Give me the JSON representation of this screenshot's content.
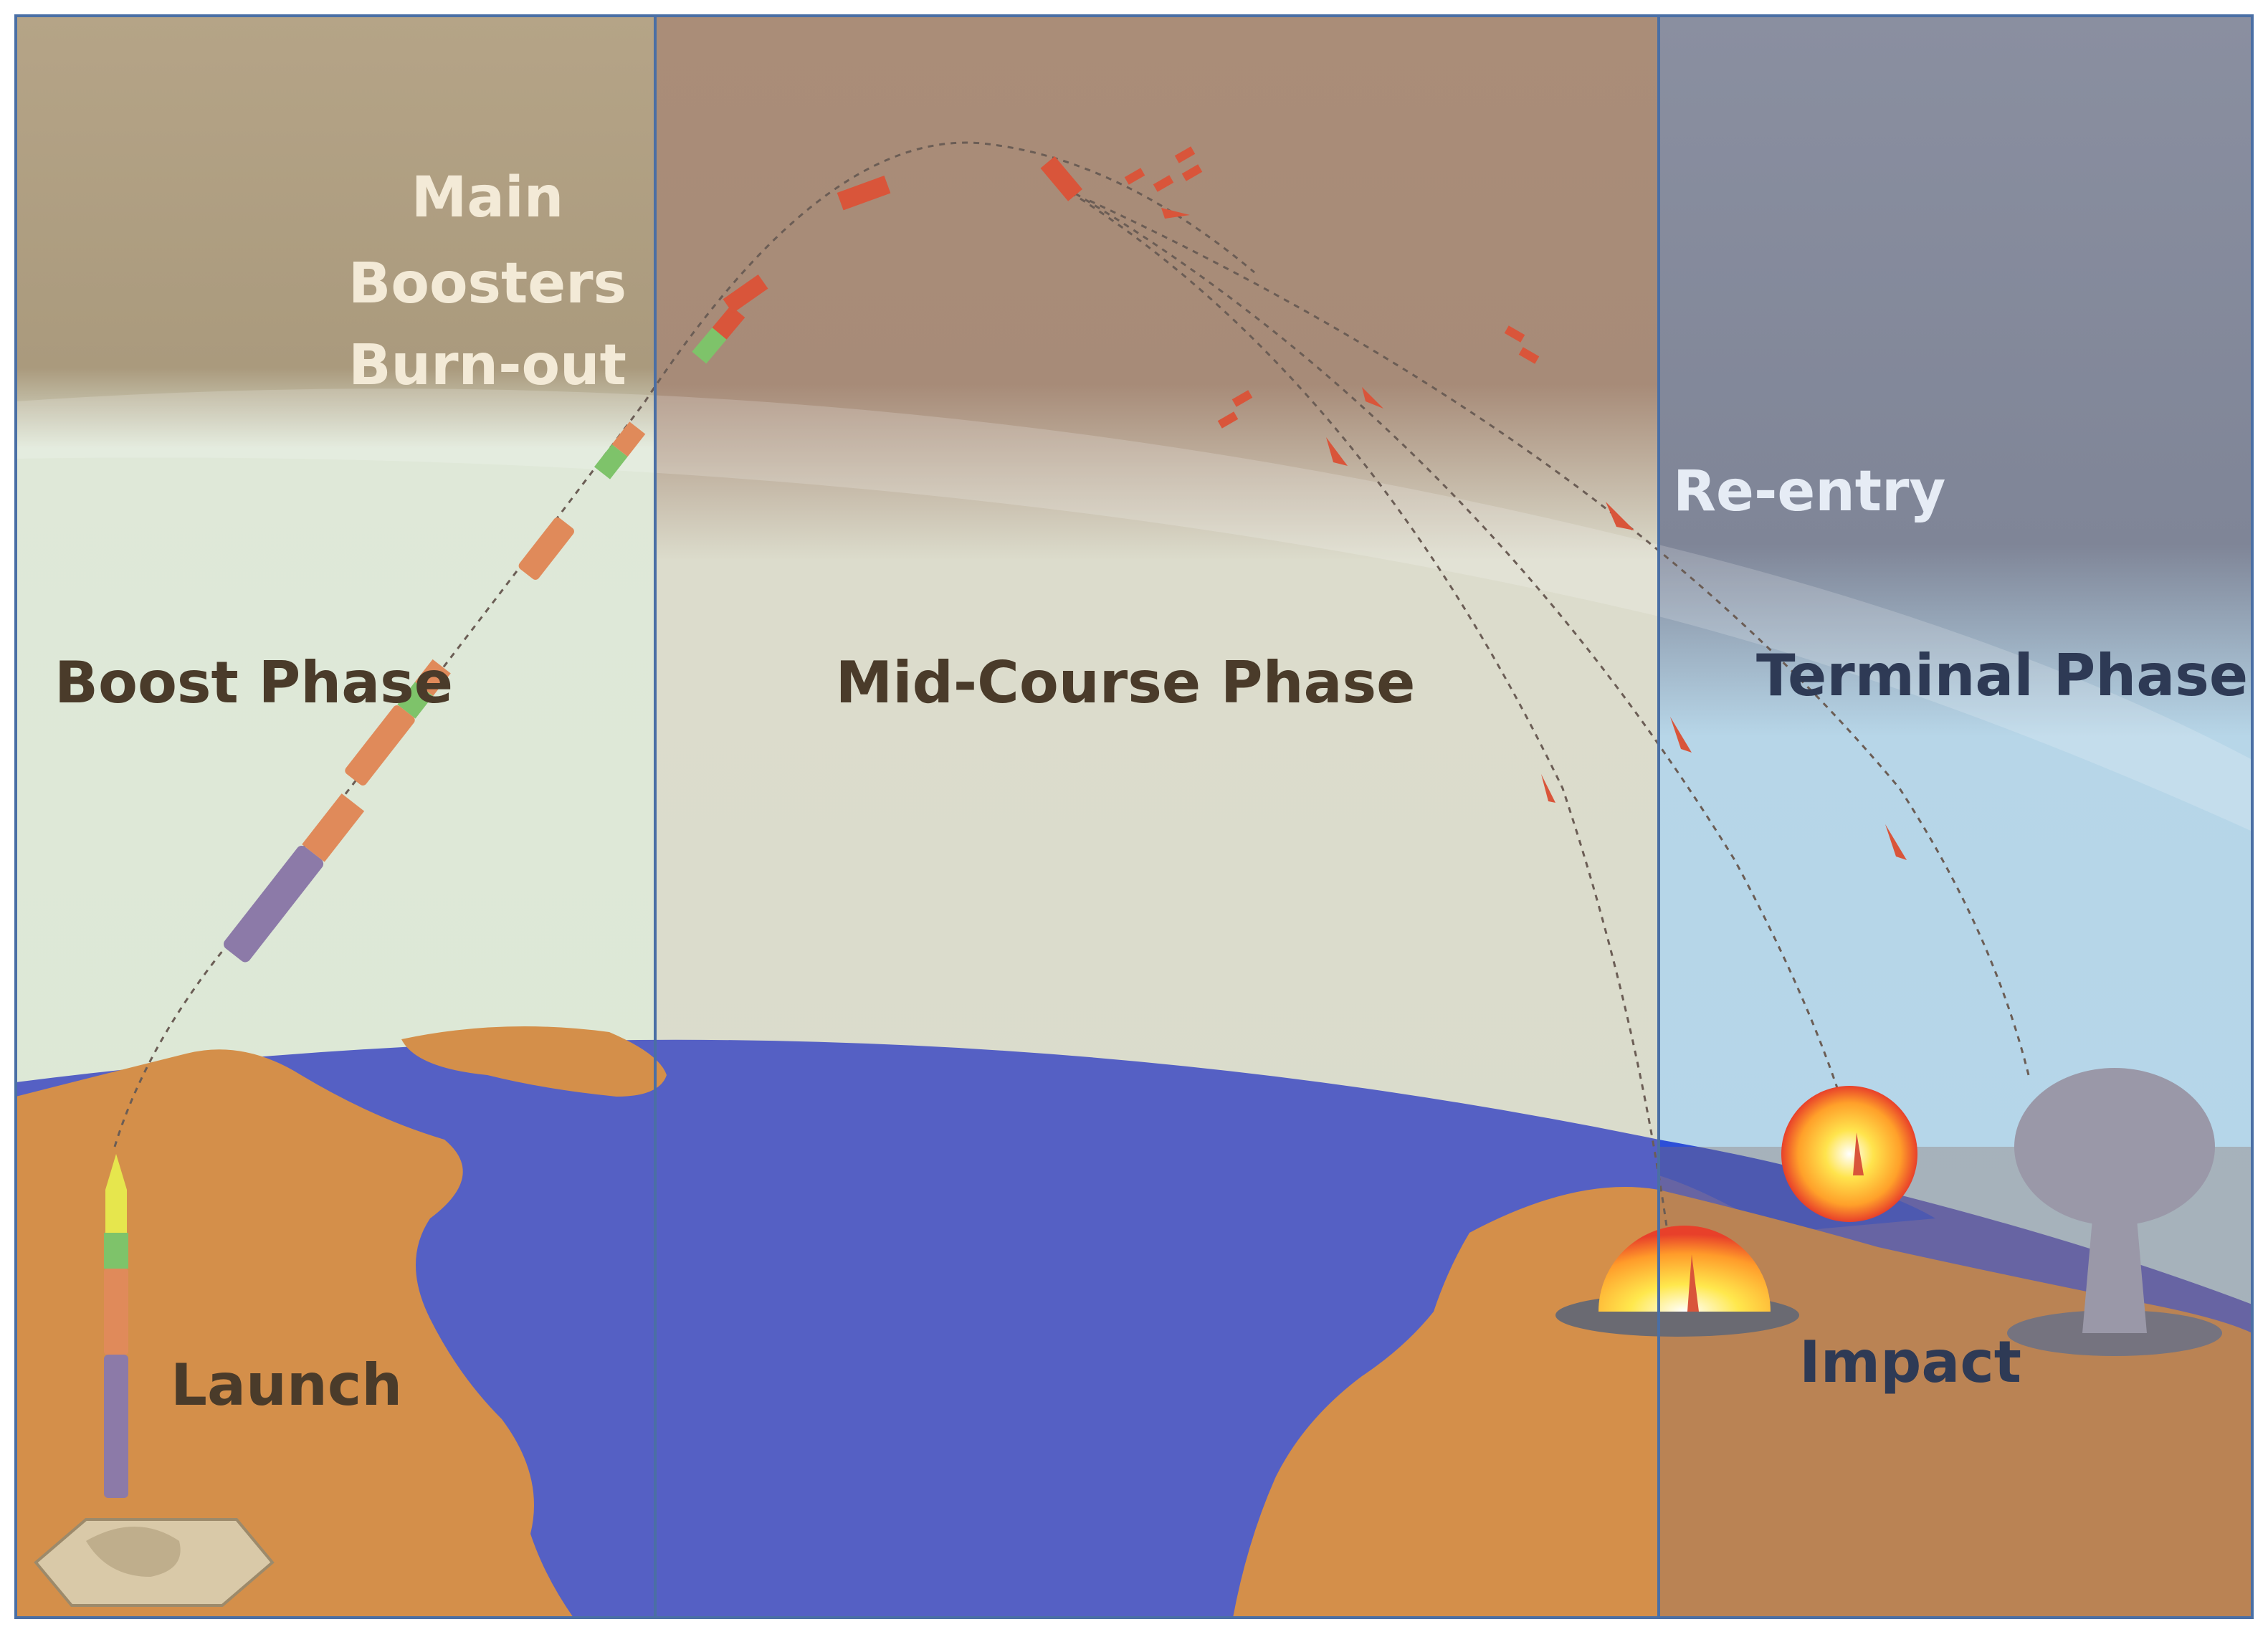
{
  "labels": {
    "main_boosters_1": "Main",
    "main_boosters_2": "Boosters",
    "main_boosters_3": "Burn-out",
    "boost_phase": "Boost Phase",
    "mid_course_phase": "Mid-Course Phase",
    "terminal_phase": "Terminal Phase",
    "re_entry": "Re-entry",
    "launch": "Launch",
    "impact": "Impact"
  },
  "colors": {
    "boost_text": "#4a3b2a",
    "burnout_text": "#f3ead7",
    "terminal_text": "#2e3a55",
    "reentry_text": "#e6ecf5",
    "panel_border": "#4a6fa5",
    "ocean": "#5560c4",
    "land": "#d48f4a",
    "missile_red": "#d9553a",
    "missile_purple": "#8c7aa8",
    "missile_orange": "#e08a5a",
    "missile_green": "#7ec36a"
  }
}
